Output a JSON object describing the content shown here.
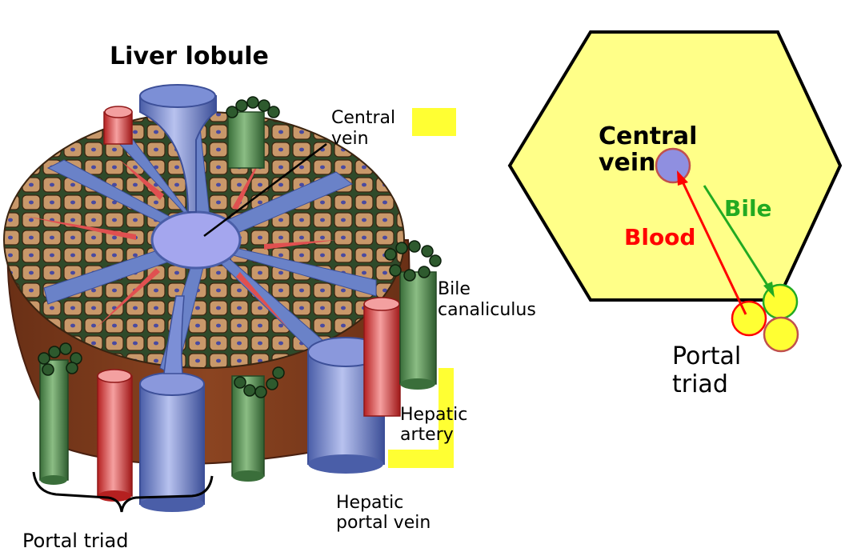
{
  "labels": {
    "title": "Liver lobule",
    "central_vein_l1": "Central",
    "central_vein_l2": "vein",
    "bile_canaliculus_l1": "Bile",
    "bile_canaliculus_l2": "canaliculus",
    "hepatic_artery_l1": "Hepatic",
    "hepatic_artery_l2": "artery",
    "hepatic_portal_vein_l1": "Hepatic",
    "hepatic_portal_vein_l2": "portal vein",
    "portal_triad_left": "Portal triad"
  },
  "schematic": {
    "central_vein_l1": "Central",
    "central_vein_l2": "vein",
    "bile": "Bile",
    "blood": "Blood",
    "portal_triad_l1": "Portal",
    "portal_triad_l2": "triad"
  },
  "colors": {
    "hexagon_fill": "#ffff88",
    "yellow_marker": "#ffff33",
    "blood_arrow": "#ff0000",
    "bile_arrow": "#22aa22",
    "central_vein": "#8f8fe0",
    "parenchyma": "#7a3b1d",
    "hepatocyte": "#c8986a",
    "sinusoid_green": "#3a6e3a",
    "vein_blue": "#6a7bc0",
    "artery_red": "#d03030"
  }
}
